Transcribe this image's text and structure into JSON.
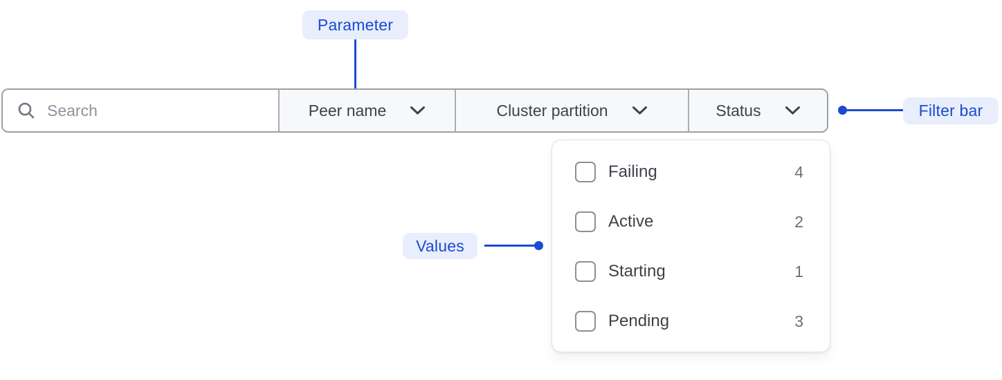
{
  "annotations": {
    "parameter_label": "Parameter",
    "values_label": "Values",
    "filter_bar_label": "Filter bar"
  },
  "filter_bar": {
    "search": {
      "placeholder": "Search"
    },
    "dropdowns": [
      {
        "label": "Peer name"
      },
      {
        "label": "Cluster partition"
      },
      {
        "label": "Status"
      }
    ]
  },
  "dropdown_panel": {
    "parent": "Status",
    "items": [
      {
        "label": "Failing",
        "count": "4",
        "checked": false
      },
      {
        "label": "Active",
        "count": "2",
        "checked": false
      },
      {
        "label": "Starting",
        "count": "1",
        "checked": false
      },
      {
        "label": "Pending",
        "count": "3",
        "checked": false
      }
    ]
  },
  "colors": {
    "annotation_blue": "#1a4ad0",
    "annotation_badge_bg": "#e8eefb",
    "filter_bar_border": "#9aa0a7",
    "dropdown_section_bg": "#f7f8f9",
    "text_dark": "#3d424a",
    "placeholder_gray": "#8d939c",
    "count_gray": "#667080",
    "checkbox_border": "#8a9099",
    "panel_border": "#dfe0e3"
  }
}
